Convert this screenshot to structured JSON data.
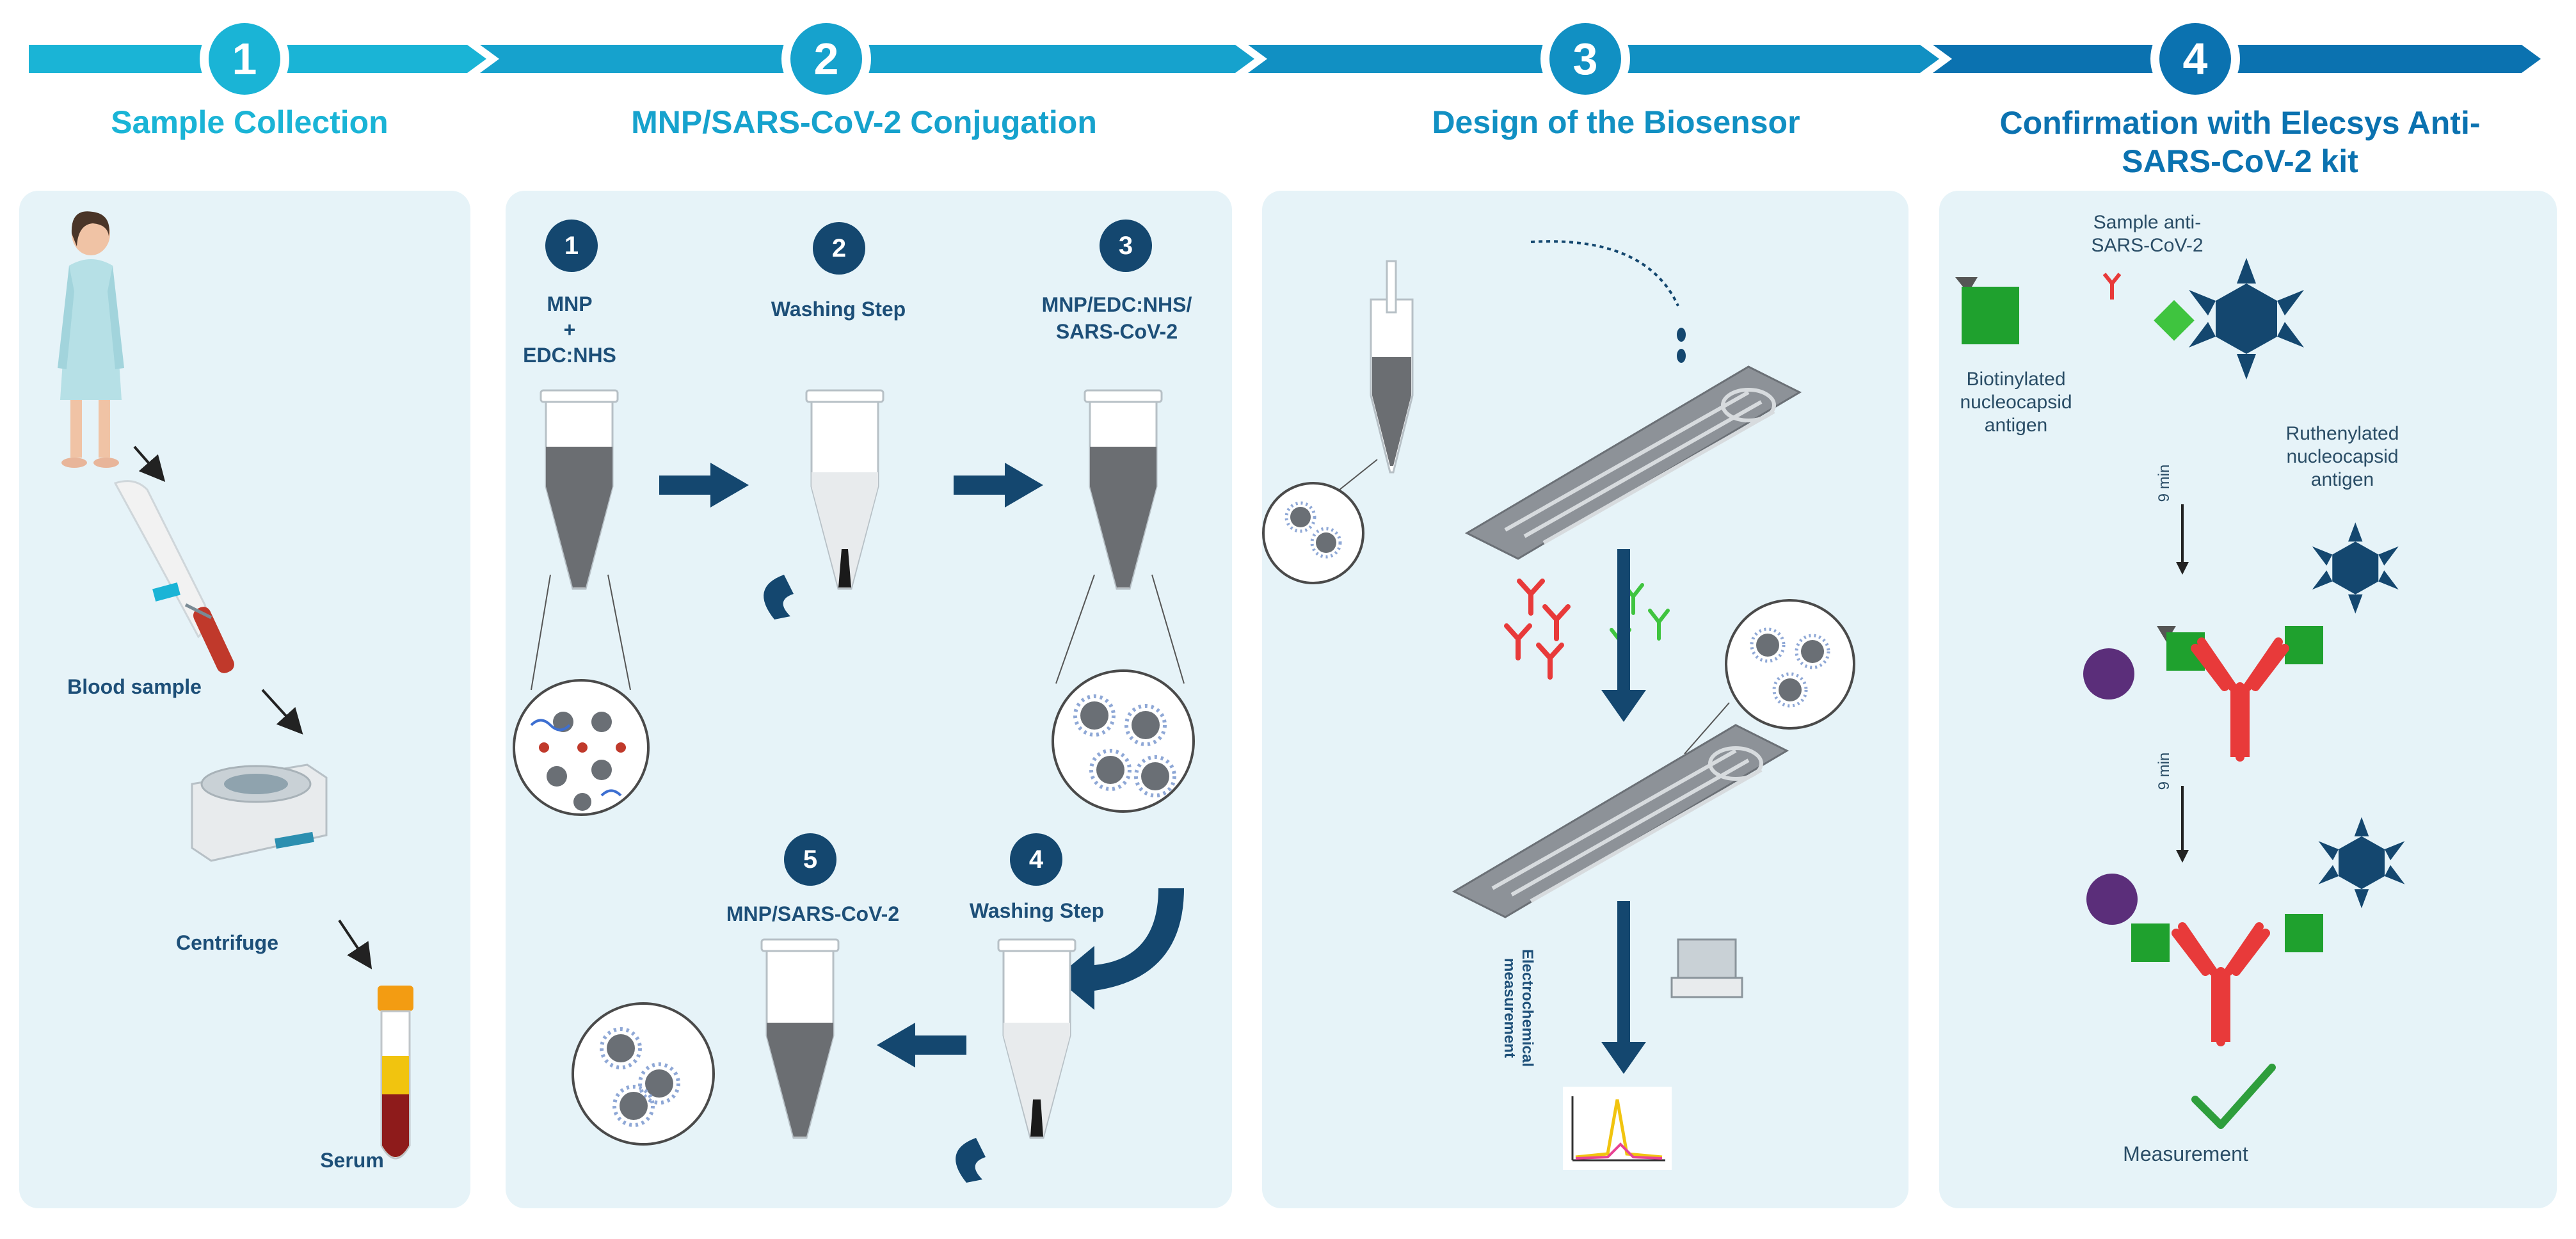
{
  "steps": [
    {
      "number": "1",
      "title": "Sample Collection"
    },
    {
      "number": "2",
      "title": "MNP/SARS-CoV-2 Conjugation"
    },
    {
      "number": "3",
      "title": "Design of the Biosensor"
    },
    {
      "number": "4",
      "title_line1": "Confirmation with Elecsys Anti-",
      "title_line2": "SARS-CoV-2 kit"
    }
  ],
  "panel1": {
    "blood_sample": "Blood sample",
    "centrifuge": "Centrifuge",
    "serum": "Serum"
  },
  "panel2": {
    "sub1_num": "1",
    "sub1_line1": "MNP",
    "sub1_line2": "+",
    "sub1_line3": "EDC:NHS",
    "sub2_num": "2",
    "sub2_label": "Washing Step",
    "sub3_num": "3",
    "sub3_line1": "MNP/EDC:NHS/",
    "sub3_line2": "SARS-CoV-2",
    "sub4_num": "4",
    "sub4_label": "Washing Step",
    "sub5_num": "5",
    "sub5_label": "MNP/SARS-CoV-2"
  },
  "panel3": {
    "measurement_line1": "Electrochemical",
    "measurement_line2": "measurement"
  },
  "panel4": {
    "sample_line1": "Sample anti-",
    "sample_line2": "SARS-CoV-2",
    "biotin_line1": "Biotinylated",
    "biotin_line2": "nucleocapsid",
    "biotin_line3": "antigen",
    "ruthen_line1": "Ruthenylated",
    "ruthen_line2": "nucleocapsid",
    "ruthen_line3": "antigen",
    "time1": "9 min",
    "time2": "9 min",
    "measurement": "Measurement"
  },
  "colors": {
    "step1": "#1ab4d6",
    "step2": "#16a2cd",
    "step3": "#1190c3",
    "step4": "#0b72b0",
    "panel_bg": "#e6f3f8",
    "navy": "#14476f",
    "red_antibody": "#e83a3a",
    "green_antibody": "#3fc43f",
    "green_antigen": "#1fa12e",
    "purple": "#5b2e7a",
    "check": "#2e9e3c"
  }
}
